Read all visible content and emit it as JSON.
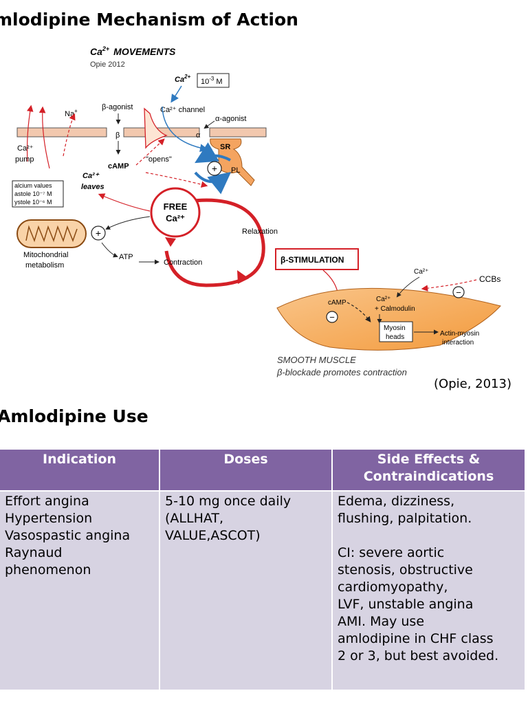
{
  "slide": {
    "title_top": "mlodipine Mechanism of Action",
    "title_bottom": "Amlodipine Use",
    "citation": "(Opie, 2013)"
  },
  "diagram": {
    "heading": "MOVEMENTS",
    "heading_ion": "Ca",
    "heading_sup": "2+",
    "source": "Opie 2012",
    "ca_in": "Ca",
    "ca_in_sup": "2+",
    "conc_box": "10",
    "conc_sup": "-3",
    "conc_unit": " M",
    "na": "Na",
    "na_sup": "+",
    "beta_agonist": "β-agonist",
    "ca_channel": "Ca²⁺ channel",
    "alpha_agonist": "α-agonist",
    "beta": "β",
    "alpha": "α",
    "ca_pump": "Ca²⁺",
    "pump": "pump",
    "camp": "cAMP",
    "opens": "\"opens\"",
    "sr": "SR",
    "pl": "PL",
    "plus": "+",
    "ca_leaves_1": "Ca²⁺",
    "ca_leaves_2": "leaves",
    "calcium_values": [
      "alcium values",
      "astole 10⁻⁷ M",
      "ystole 10⁻⁶ M"
    ],
    "free_ca_1": "FREE",
    "free_ca_2": "Ca²⁺",
    "relaxation": "Relaxation",
    "mito_1": "Mitochondrial",
    "mito_2": "metabolism",
    "atp": "ATP",
    "contraction": "Contraction",
    "beta_stim": "β-STIMULATION",
    "ca2": "Ca²⁺",
    "ccbs": "CCBs",
    "minus": "−",
    "camp2": "cAMP",
    "calmod_1": "Ca²⁺",
    "calmod_2": "+ Calmodulin",
    "myosin_1": "Myosin",
    "myosin_2": "heads",
    "actin_1": "Actin-myosin",
    "actin_2": "interaction",
    "smooth_muscle": "SMOOTH MUSCLE",
    "blockade": "β-blockade promotes contraction"
  },
  "table": {
    "headers": [
      "Indication",
      "Doses",
      "Side Effects &",
      "Contraindications"
    ],
    "indication": [
      "Effort angina",
      "Hypertension",
      "Vasospastic angina",
      "Raynaud",
      "phenomenon"
    ],
    "doses": [
      "5-10 mg once daily",
      "(ALLHAT,",
      "VALUE,ASCOT)"
    ],
    "side_effects": [
      "Edema, dizziness,",
      "flushing, palpitation."
    ],
    "contra": [
      "CI: severe aortic",
      "stenosis, obstructive",
      "cardiomyopathy,",
      "LVF, unstable angina",
      "AMI. May use",
      "amlodipine in CHF class",
      "2 or 3, but best avoided."
    ]
  },
  "colors": {
    "header_purple": "#8064a2",
    "cell_lavender": "#d7d3e2",
    "cycle_red": "#d42027",
    "membrane_tan": "#f2c8ae",
    "sr_orange": "#f4a460",
    "arrow_blue": "#2f7ac0"
  }
}
